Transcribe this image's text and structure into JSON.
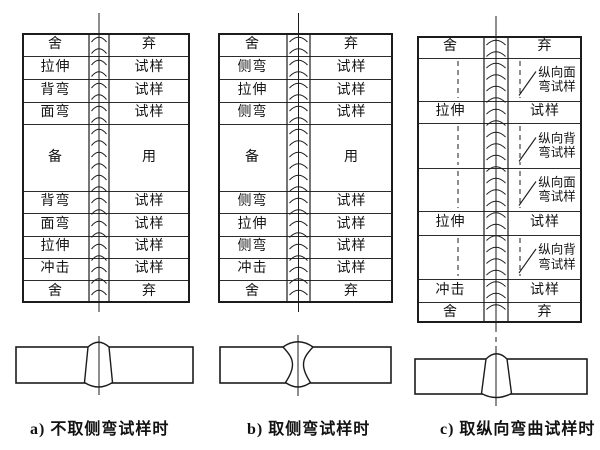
{
  "figure": {
    "columns": [
      {
        "id": "a",
        "caption": "a)  不取侧弯试样时",
        "weld_profile": "single-v",
        "rows": [
          {
            "left": "舍",
            "right": "弃"
          },
          {
            "left": "拉伸",
            "right": "试样"
          },
          {
            "left": "背弯",
            "right": "试样"
          },
          {
            "left": "面弯",
            "right": "试样"
          },
          {
            "left": "备",
            "right": "用"
          },
          {
            "left": "背弯",
            "right": "试样"
          },
          {
            "left": "面弯",
            "right": "试样"
          },
          {
            "left": "拉伸",
            "right": "试样"
          },
          {
            "left": "冲击",
            "right": "试样"
          },
          {
            "left": "舍",
            "right": "弃"
          }
        ]
      },
      {
        "id": "b",
        "caption": "b)  取侧弯试样时",
        "weld_profile": "double-v",
        "rows": [
          {
            "left": "舍",
            "right": "弃"
          },
          {
            "left": "侧弯",
            "right": "试样"
          },
          {
            "left": "拉伸",
            "right": "试样"
          },
          {
            "left": "侧弯",
            "right": "试样"
          },
          {
            "left": "备",
            "right": "用"
          },
          {
            "left": "侧弯",
            "right": "试样"
          },
          {
            "left": "拉伸",
            "right": "试样"
          },
          {
            "left": "侧弯",
            "right": "试样"
          },
          {
            "left": "冲击",
            "right": "试样"
          },
          {
            "left": "舍",
            "right": "弃"
          }
        ]
      },
      {
        "id": "c",
        "caption": "c)  取纵向弯曲试样时",
        "weld_profile": "single-v-dashed-centerline",
        "rows": [
          {
            "left": "舍",
            "right": "弃"
          },
          {
            "annotation": [
              "纵向面",
              "弯试样"
            ]
          },
          {
            "left": "拉伸",
            "right": "试样"
          },
          {
            "annotation": [
              "纵向背",
              "弯试样"
            ]
          },
          {
            "annotation": [
              "纵向面",
              "弯试样"
            ]
          },
          {
            "left": "拉伸",
            "right": "试样"
          },
          {
            "annotation": [
              "纵向背",
              "弯试样"
            ]
          },
          {
            "left": "冲击",
            "right": "试样"
          },
          {
            "left": "舍",
            "right": "弃"
          }
        ]
      }
    ],
    "colors": {
      "ink": "#1c1c1c",
      "background": "#ffffff"
    }
  }
}
